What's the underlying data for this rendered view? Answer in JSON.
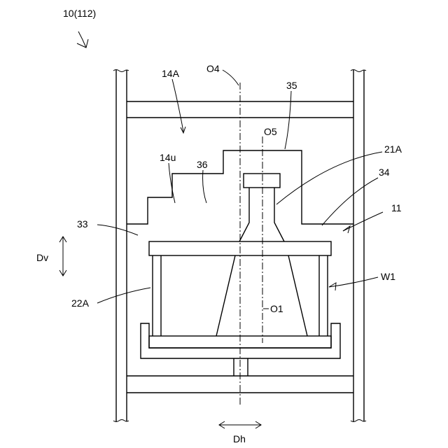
{
  "labels": {
    "figure": "10(112)",
    "l14A": "14A",
    "lO4": "O4",
    "l35": "35",
    "lO5": "O5",
    "l21A": "21A",
    "l14u": "14u",
    "l36": "36",
    "l34": "34",
    "l11": "11",
    "l33": "33",
    "lDv": "Dv",
    "lW1": "W1",
    "l22A": "22A",
    "lO1": "O1",
    "lDh": "Dh"
  }
}
